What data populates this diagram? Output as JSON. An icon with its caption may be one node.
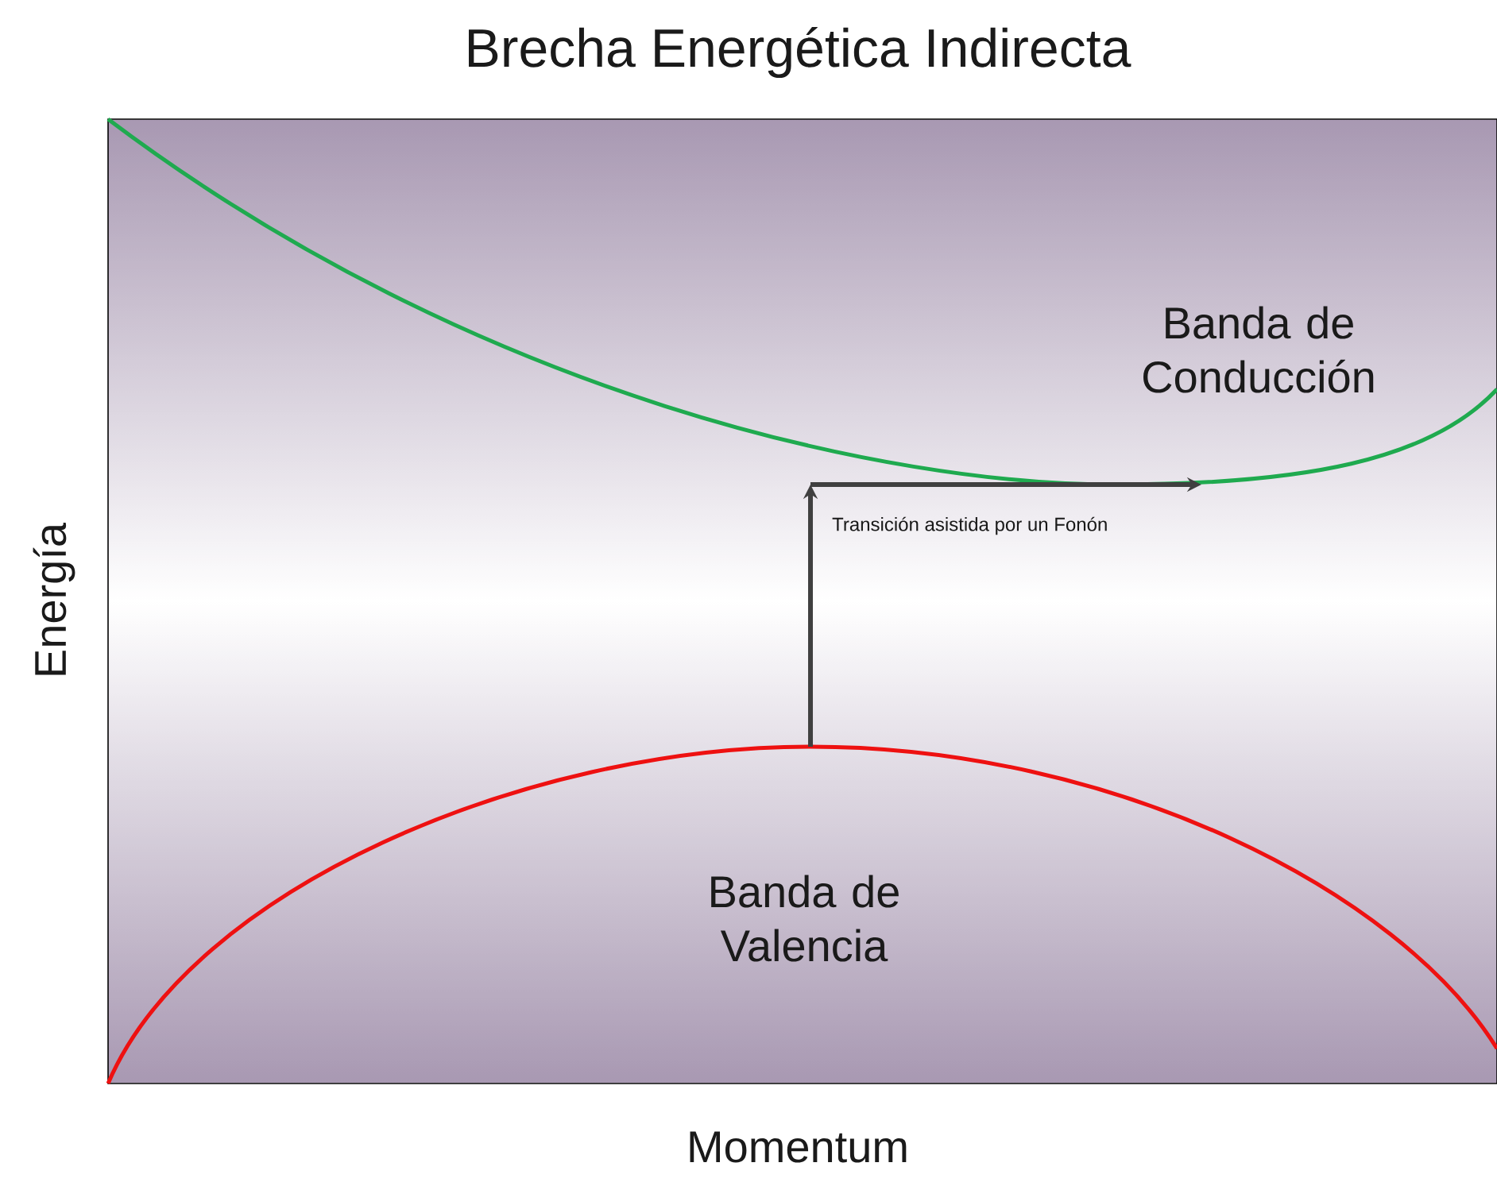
{
  "diagram": {
    "title": "Brecha Energética Indirecta",
    "labels": [
      "Banda de Conducción",
      "Energía",
      "Transición asistida por un Fonón",
      "Banda de Valencia",
      "Momentum"
    ]
  }
}
